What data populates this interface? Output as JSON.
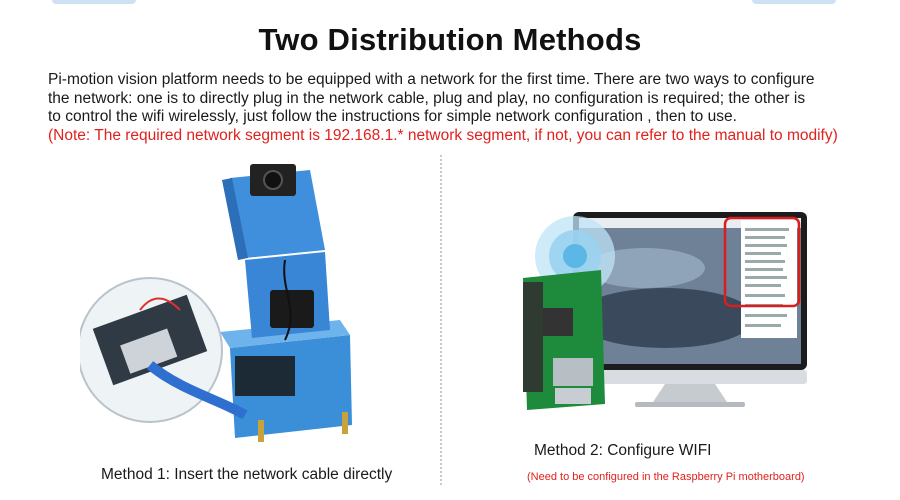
{
  "title": "Two Distribution Methods",
  "intro": {
    "lines": [
      "Pi-motion vision platform needs to be equipped with a network for the first time. There are two ways to configure",
      "the network: one is to directly plug in the network cable, plug and play, no configuration is required; the other is",
      "to control the wifi wirelessly, just follow the instructions for simple network configuration , then to use."
    ],
    "note": "(Note: The required network segment is 192.168.1.* network segment, if not, you can refer to the manual to modify)"
  },
  "method1": {
    "caption": "Method 1: Insert the network cable directly"
  },
  "method2": {
    "caption": "Method 2: Configure WIFI",
    "subcaption": "(Need to be configured in the Raspberry Pi motherboard)"
  },
  "colors": {
    "note_red": "#e0211d",
    "robot_blue": "#3a86d6",
    "highlight_red": "#d81e1e"
  }
}
